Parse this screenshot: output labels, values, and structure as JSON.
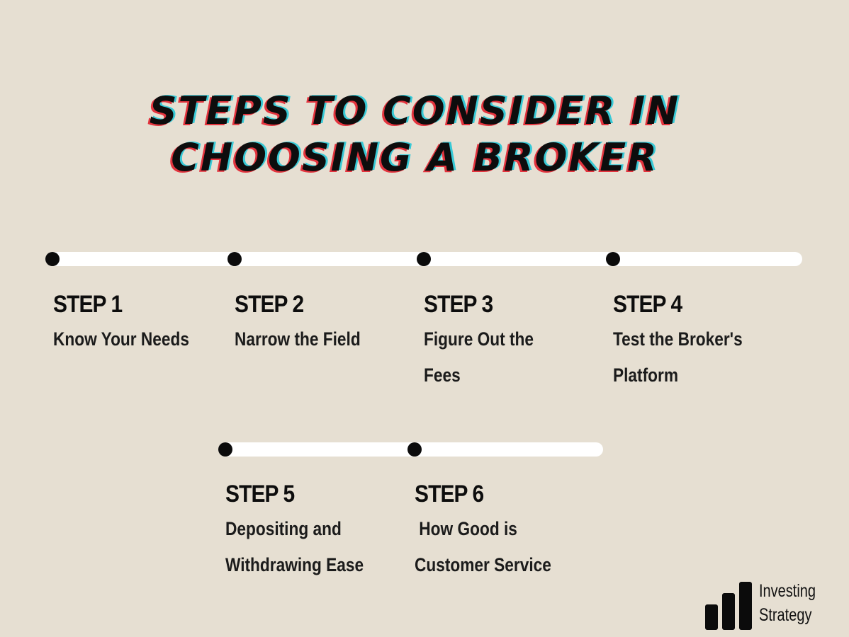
{
  "title": {
    "line1": "STEPS TO CONSIDER IN",
    "line2": "CHOOSING A BROKER"
  },
  "steps": [
    {
      "label": "STEP 1",
      "description": "Know Your Needs"
    },
    {
      "label": "STEP 2",
      "description": "Narrow the Field"
    },
    {
      "label": "STEP 3",
      "description": "Figure Out the\nFees"
    },
    {
      "label": "STEP 4",
      "description": "Test the Broker's\nPlatform"
    },
    {
      "label": "STEP 5",
      "description": "Depositing and\nWithdrawing Ease"
    },
    {
      "label": "STEP 6",
      "description": " How Good is\nCustomer Service"
    }
  ],
  "logo": {
    "line1": "Investing",
    "line2": "Strategy"
  },
  "colors": {
    "background": "#e6dfd2",
    "track": "#ffffff",
    "dot": "#0b0b0b",
    "title_shadow_red": "#e3343e",
    "title_shadow_cyan": "#37c9d6"
  }
}
